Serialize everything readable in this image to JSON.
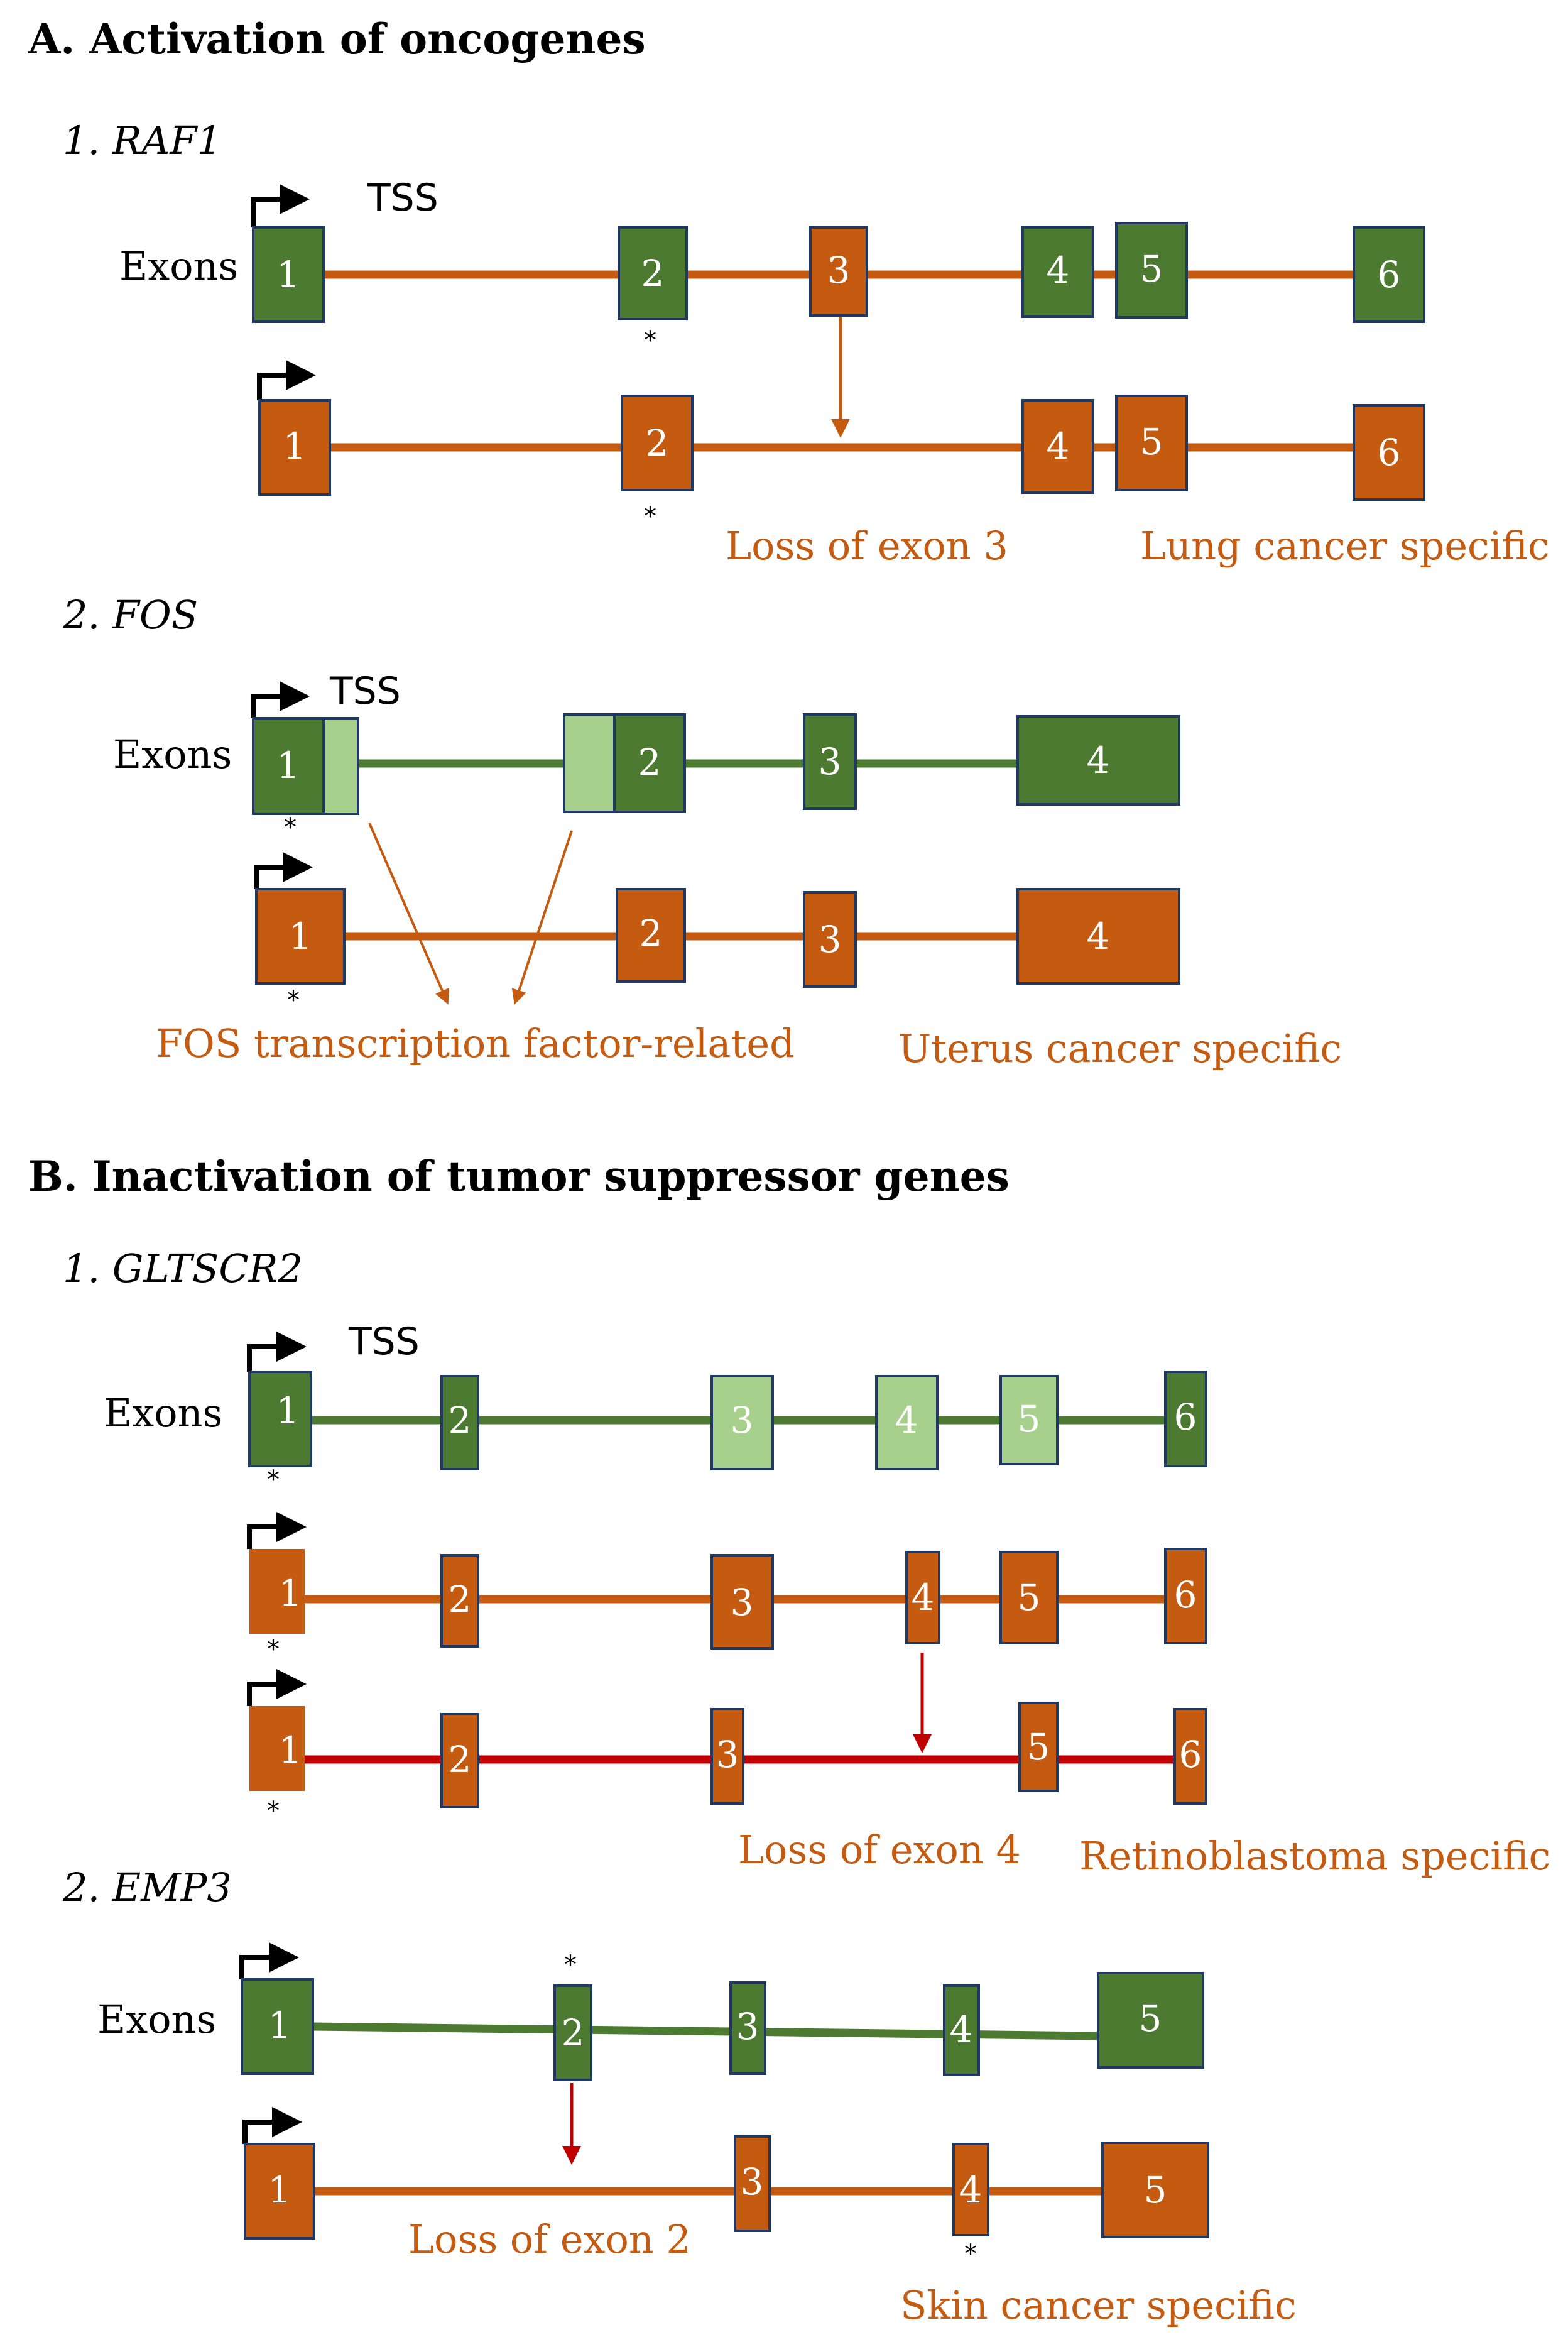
{
  "colors": {
    "green": "#4d7a31",
    "light_green": "#a8d08d",
    "orange": "#c55a11",
    "red": "#c00000",
    "orange_text": "#c55a11",
    "stroke": "#1f3864"
  },
  "sections": {
    "A": "A. Activation of oncogenes",
    "B": "B. Inactivation of tumor suppressor genes"
  },
  "genes": {
    "raf1": "1. RAF1",
    "fos": "2. FOS",
    "gltscr2": "1. GLTSCR2",
    "emp3": "2. EMP3"
  },
  "labels": {
    "exons": "Exons",
    "tss": "TSS",
    "star": "*"
  },
  "annotations": {
    "raf1_loss": "Loss of exon 3",
    "raf1_specific": "Lung cancer specific",
    "fos_related": "FOS transcription factor-related",
    "fos_specific": "Uterus cancer specific",
    "gltscr2_loss": "Loss of exon 4",
    "gltscr2_specific": "Retinoblastoma specific",
    "emp3_loss": "Loss of exon 2",
    "emp3_specific": "Skin cancer specific"
  },
  "exon_numbers": {
    "e1": "1",
    "e2": "2",
    "e3": "3",
    "e4": "4",
    "e5": "5",
    "e6": "6"
  }
}
